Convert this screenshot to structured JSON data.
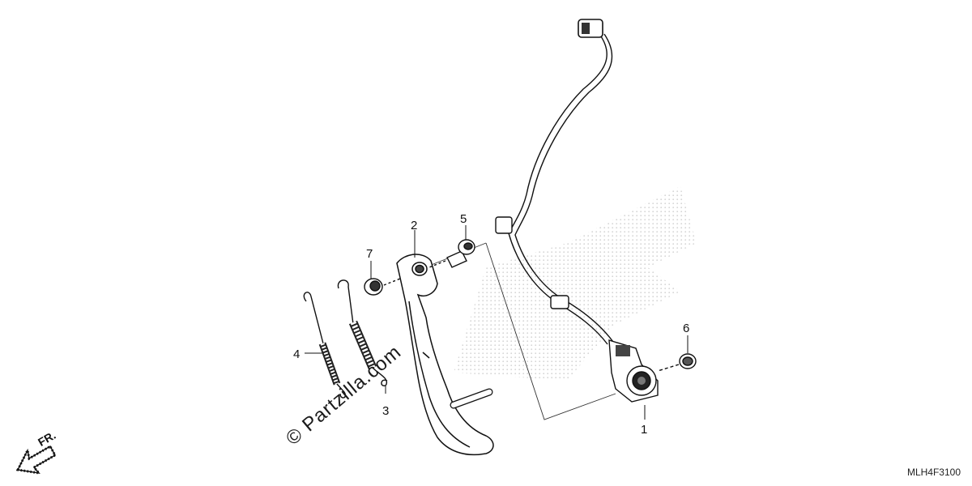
{
  "diagram": {
    "callouts": {
      "c1": "1",
      "c2": "2",
      "c3": "3",
      "c4": "4",
      "c5": "5",
      "c6": "6",
      "c7": "7"
    },
    "direction_label": "FR.",
    "diagram_code": "MLH4F3100",
    "watermark": "© Partzilla.com"
  },
  "colors": {
    "line": "#111111",
    "dot_pattern": "#cfcfcf"
  }
}
